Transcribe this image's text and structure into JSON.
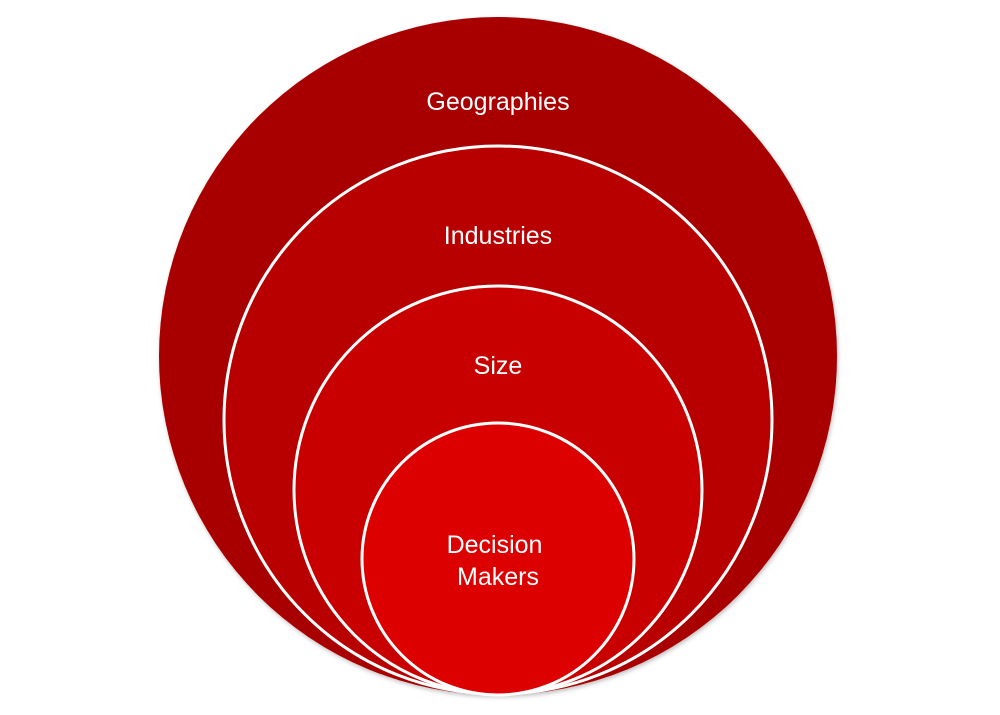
{
  "diagram": {
    "type": "nested-circles",
    "rings": [
      {
        "label": "Geographies",
        "color": "#A80000"
      },
      {
        "label": "Industries",
        "color": "#B80000"
      },
      {
        "label": "Size",
        "color": "#C80000"
      },
      {
        "label_lines": [
          "Decision",
          "Makers"
        ],
        "color": "#DD0000"
      }
    ],
    "outline_color": "#FFFFFF"
  }
}
